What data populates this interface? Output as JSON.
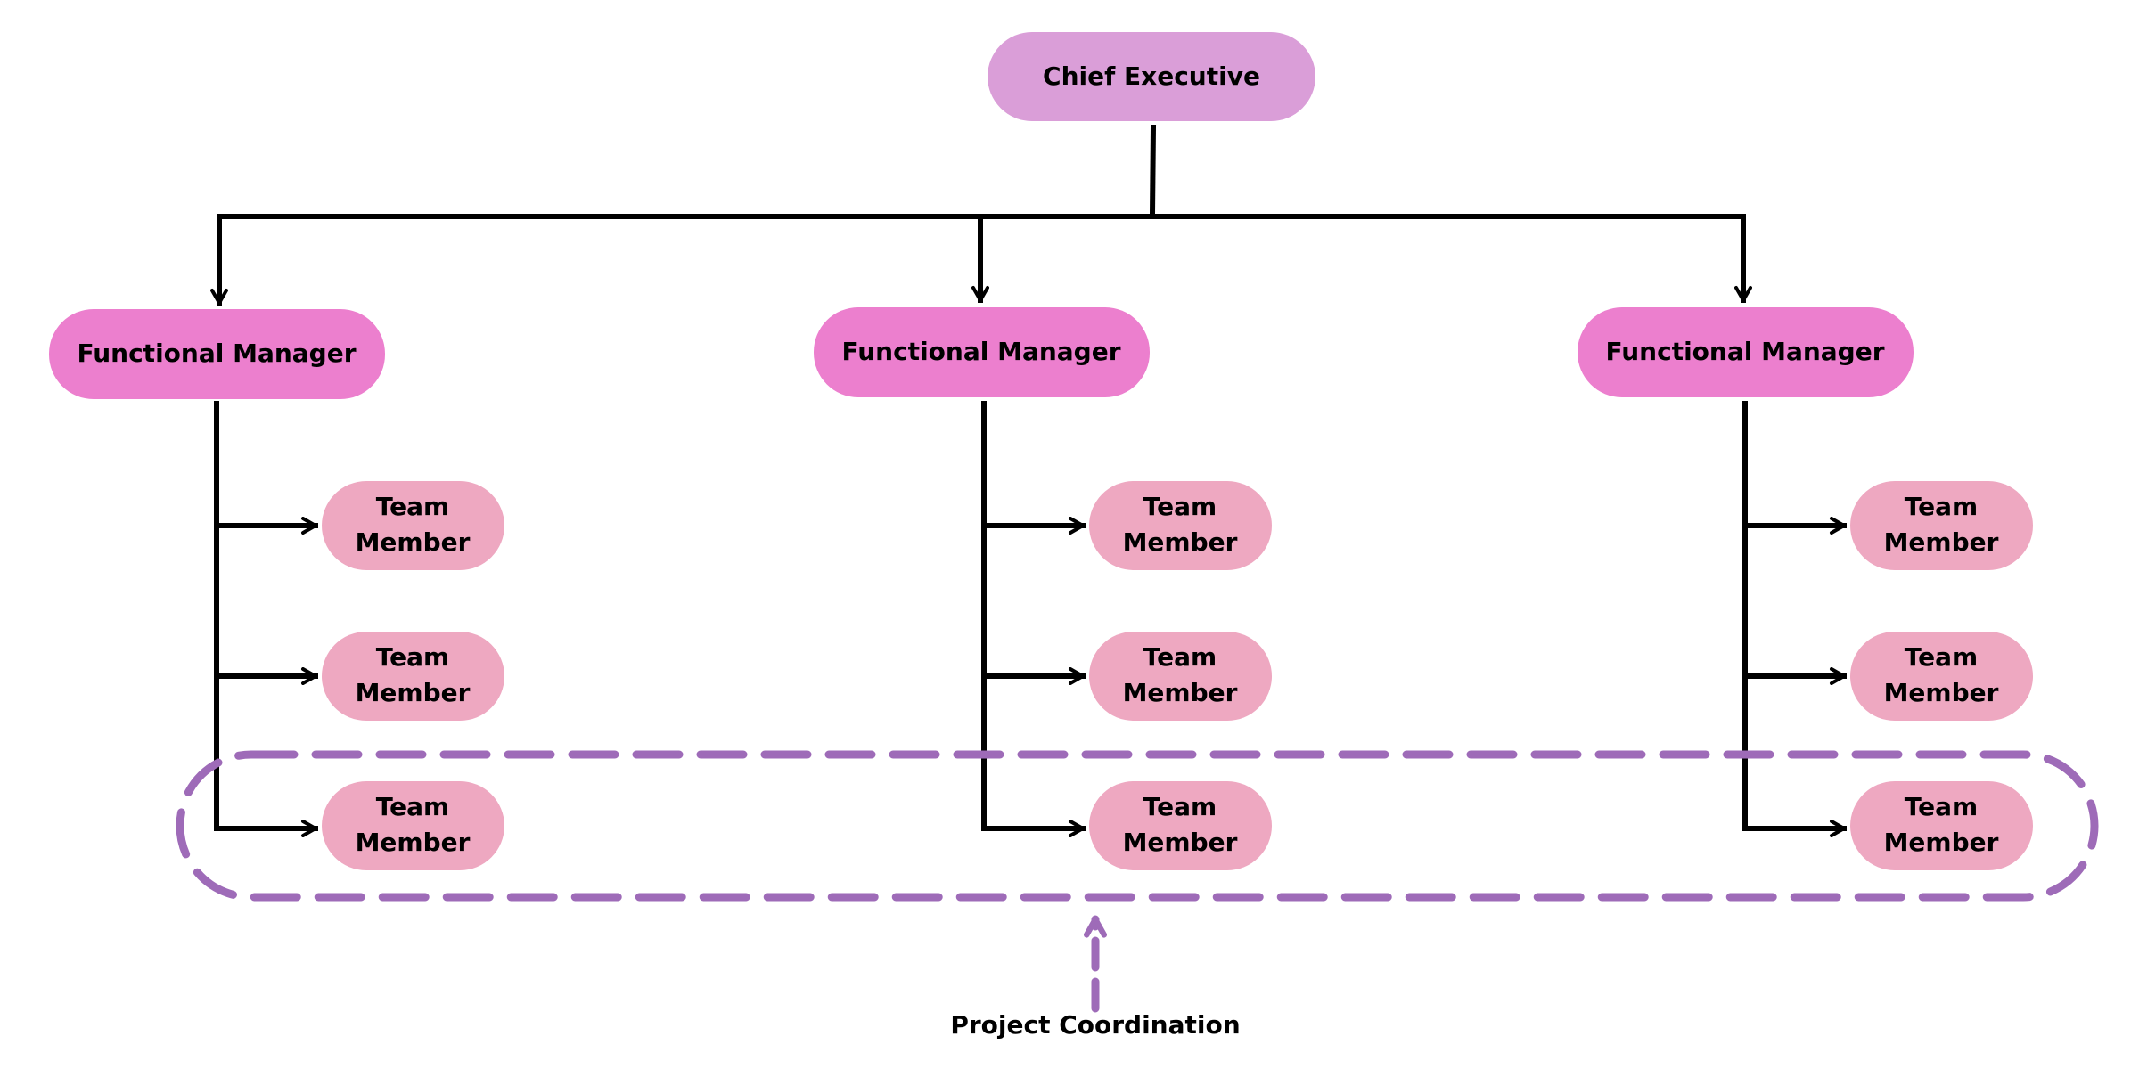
{
  "chief_executive": {
    "label": "Chief Executive"
  },
  "functional_managers": [
    {
      "label": "Functional Manager"
    },
    {
      "label": "Functional Manager"
    },
    {
      "label": "Functional Manager"
    }
  ],
  "team_members": {
    "line1": "Team",
    "line2": "Member"
  },
  "project_coordination": {
    "label": "Project Coordination"
  },
  "colors": {
    "chief_executive_fill": "#DA9ED8",
    "manager_fill": "#EC7FCE",
    "team_member_fill": "#EEA8C1",
    "connector": "#000000",
    "project_group": "#9E6BB8"
  }
}
